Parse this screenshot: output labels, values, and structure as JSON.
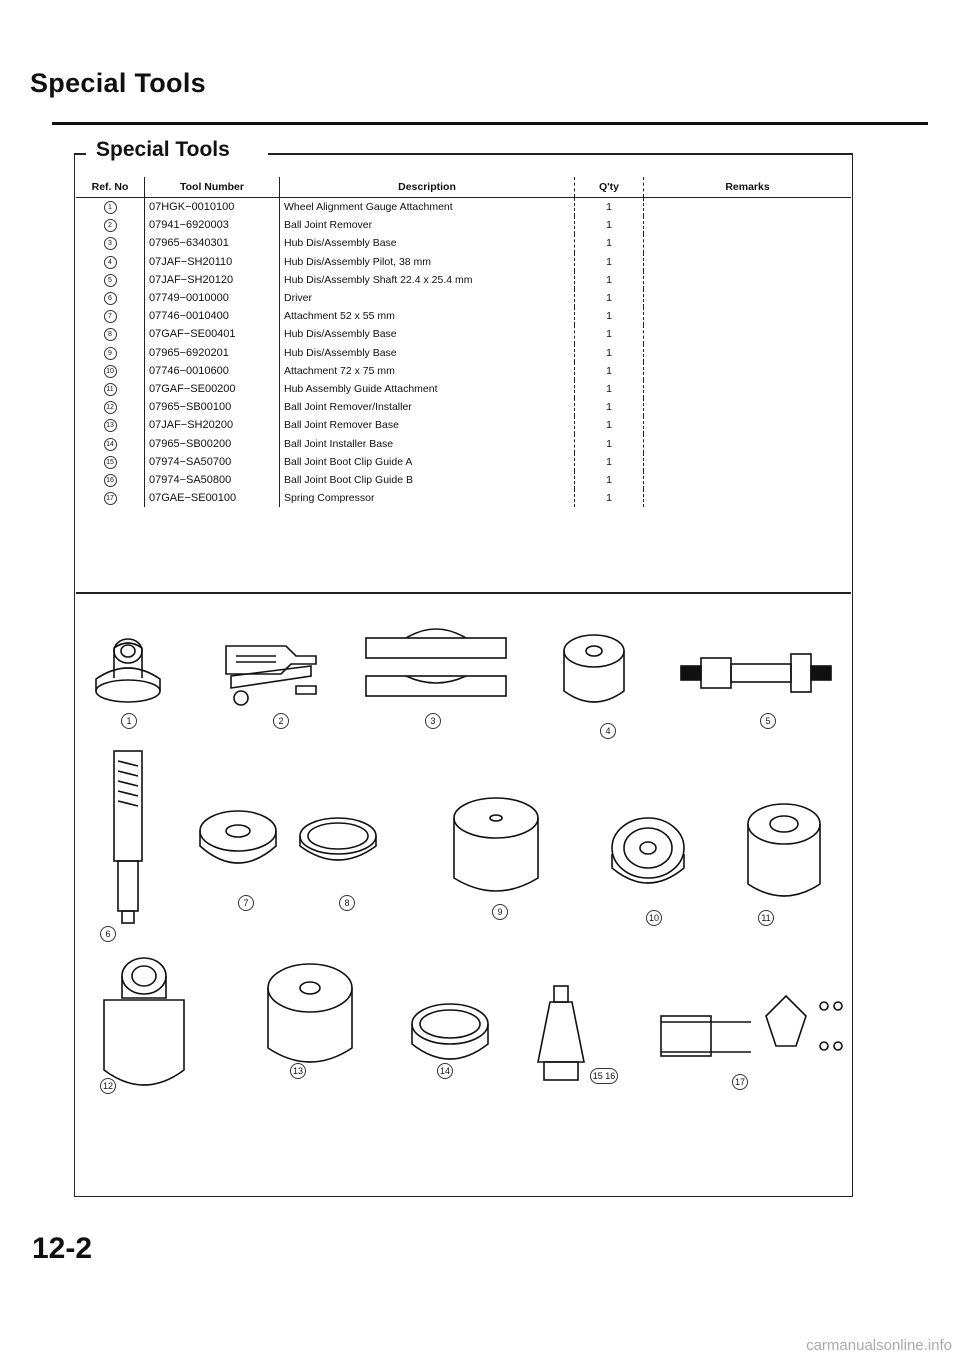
{
  "header": {
    "title": "Special Tools"
  },
  "section": {
    "title": "Special Tools"
  },
  "table": {
    "headers": [
      "Ref. No",
      "Tool Number",
      "Description",
      "Q'ty",
      "Remarks"
    ],
    "rows": [
      {
        "ref": "1",
        "number": "07HGK−0010100",
        "description": "Wheel Alignment Gauge Attachment",
        "qty": "1",
        "remarks": ""
      },
      {
        "ref": "2",
        "number": "07941−6920003",
        "description": "Ball Joint Remover",
        "qty": "1",
        "remarks": ""
      },
      {
        "ref": "3",
        "number": "07965−6340301",
        "description": "Hub Dis/Assembly Base",
        "qty": "1",
        "remarks": ""
      },
      {
        "ref": "4",
        "number": "07JAF−SH20110",
        "description": "Hub Dis/Assembly Pilot, 38 mm",
        "qty": "1",
        "remarks": ""
      },
      {
        "ref": "5",
        "number": "07JAF−SH20120",
        "description": "Hub Dis/Assembly Shaft 22.4 x 25.4 mm",
        "qty": "1",
        "remarks": ""
      },
      {
        "ref": "6",
        "number": "07749−0010000",
        "description": "Driver",
        "qty": "1",
        "remarks": ""
      },
      {
        "ref": "7",
        "number": "07746−0010400",
        "description": "Attachment 52 x 55 mm",
        "qty": "1",
        "remarks": ""
      },
      {
        "ref": "8",
        "number": "07GAF−SE00401",
        "description": "Hub Dis/Assembly Base",
        "qty": "1",
        "remarks": ""
      },
      {
        "ref": "9",
        "number": "07965−6920201",
        "description": "Hub Dis/Assembly Base",
        "qty": "1",
        "remarks": ""
      },
      {
        "ref": "10",
        "number": "07746−0010600",
        "description": "Attachment 72 x 75 mm",
        "qty": "1",
        "remarks": ""
      },
      {
        "ref": "11",
        "number": "07GAF−SE00200",
        "description": "Hub Assembly Guide Attachment",
        "qty": "1",
        "remarks": ""
      },
      {
        "ref": "12",
        "number": "07965−SB00100",
        "description": "Ball Joint Remover/Installer",
        "qty": "1",
        "remarks": ""
      },
      {
        "ref": "13",
        "number": "07JAF−SH20200",
        "description": "Ball Joint Remover Base",
        "qty": "1",
        "remarks": ""
      },
      {
        "ref": "14",
        "number": "07965−SB00200",
        "description": "Ball Joint Installer Base",
        "qty": "1",
        "remarks": ""
      },
      {
        "ref": "15",
        "number": "07974−SA50700",
        "description": "Ball Joint Boot Clip Guide A",
        "qty": "1",
        "remarks": ""
      },
      {
        "ref": "16",
        "number": "07974−SA50800",
        "description": "Ball Joint Boot Clip Guide B",
        "qty": "1",
        "remarks": ""
      },
      {
        "ref": "17",
        "number": "07GAE−SE00100",
        "description": "Spring Compressor",
        "qty": "1",
        "remarks": ""
      }
    ]
  },
  "illustrations": [
    {
      "label": "1",
      "icon": "attachment-icon"
    },
    {
      "label": "2",
      "icon": "ball-joint-remover-icon"
    },
    {
      "label": "3",
      "icon": "base-plate-icon"
    },
    {
      "label": "4",
      "icon": "pilot-icon"
    },
    {
      "label": "5",
      "icon": "shaft-icon"
    },
    {
      "label": "6",
      "icon": "driver-icon"
    },
    {
      "label": "7",
      "icon": "attachment-icon"
    },
    {
      "label": "8",
      "icon": "ring-base-icon"
    },
    {
      "label": "9",
      "icon": "cylinder-base-icon"
    },
    {
      "label": "10",
      "icon": "attachment-icon"
    },
    {
      "label": "11",
      "icon": "guide-attachment-icon"
    },
    {
      "label": "12",
      "icon": "remover-installer-icon"
    },
    {
      "label": "13",
      "icon": "remover-base-icon"
    },
    {
      "label": "14",
      "icon": "installer-base-icon"
    },
    {
      "label": "15 16",
      "icon": "clip-guide-icon"
    },
    {
      "label": "17",
      "icon": "spring-compressor-icon"
    }
  ],
  "page_number": "12-2",
  "footer": "carmanualsonline.info"
}
